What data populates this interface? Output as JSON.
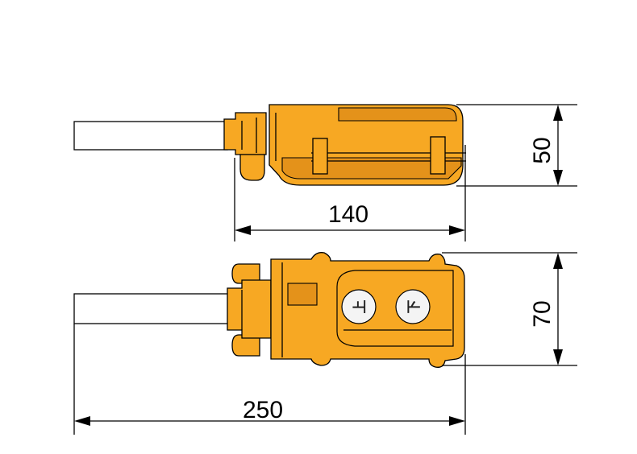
{
  "dimensions": {
    "side_height": "50",
    "side_length": "140",
    "top_width": "70",
    "total_length": "250"
  },
  "buttons": {
    "up_label": "上",
    "down_label": "下"
  },
  "colors": {
    "housing": "#f7a823",
    "housing_shadow": "#e4921a",
    "cable": "#ffffff",
    "button": "#f4f4f4",
    "line": "#000000"
  }
}
